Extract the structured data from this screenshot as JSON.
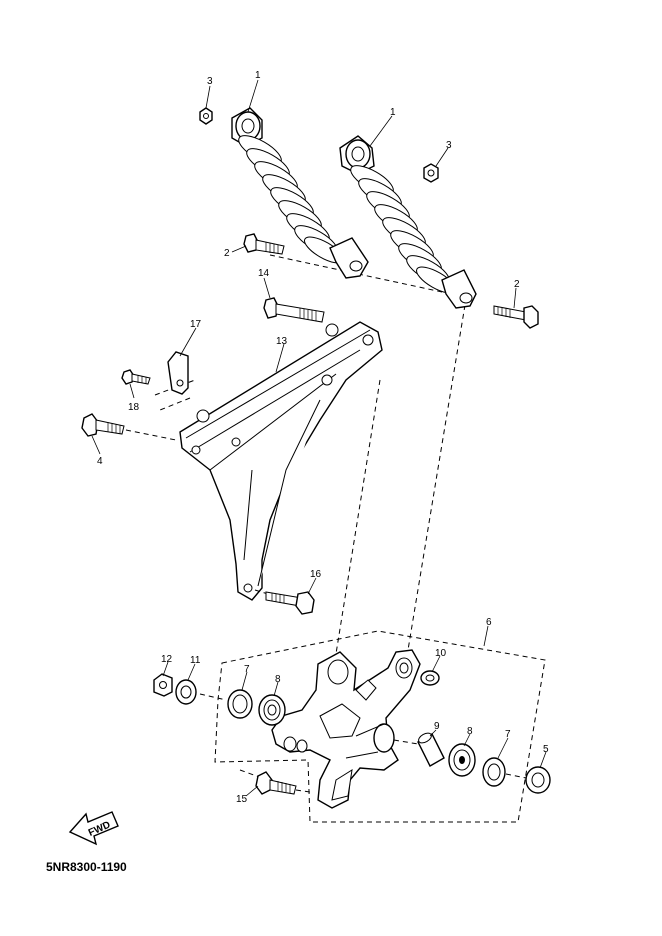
{
  "diagram": {
    "catalog_code": "5NR8300-1190",
    "fwd_label": "FWD",
    "callouts": {
      "c1a": "1",
      "c1b": "1",
      "c2a": "2",
      "c2b": "2",
      "c3a": "3",
      "c3b": "3",
      "c4": "4",
      "c5": "5",
      "c6": "6",
      "c7a": "7",
      "c7b": "7",
      "c8a": "8",
      "c8b": "8",
      "c9": "9",
      "c10": "10",
      "c11": "11",
      "c12": "12",
      "c13": "13",
      "c14": "14",
      "c15": "15",
      "c16": "16",
      "c17": "17",
      "c18": "18"
    }
  }
}
